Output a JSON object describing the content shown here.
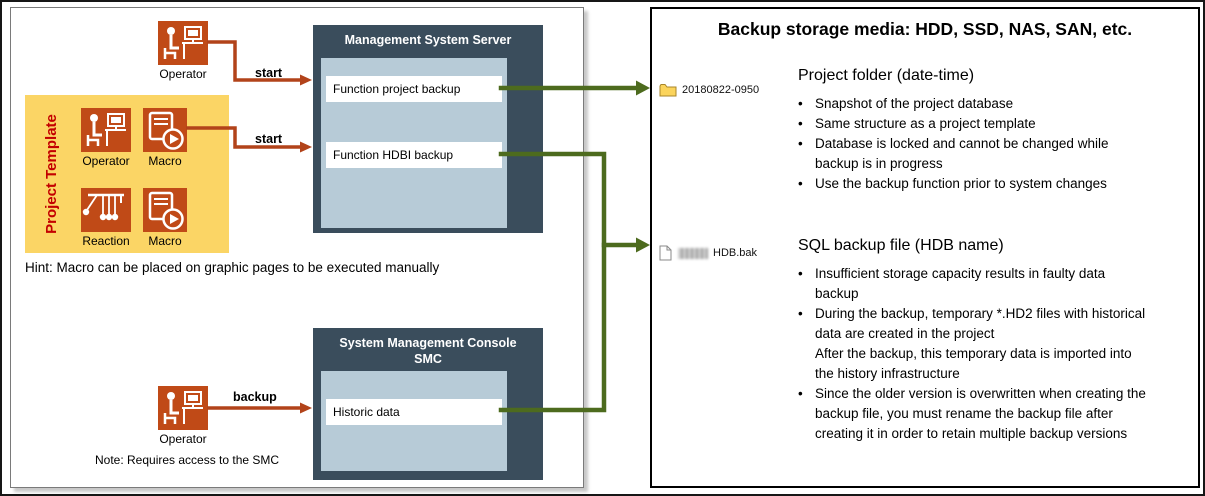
{
  "colors": {
    "accent_red": "#b2431a",
    "accent_green": "#4d6b1e",
    "dark_box": "#3a4d5c",
    "light_box": "#b7cbd7",
    "template_yellow": "#fbd565",
    "template_label_red": "#c30000",
    "icon_orange": "#c04a17",
    "folder_yellow": "#fbd45c"
  },
  "diagram": {
    "top_operator_label": "Operator",
    "template": {
      "label": "Project Template",
      "row1_item1": "Operator",
      "row1_item2": "Macro",
      "row2_item1": "Reaction",
      "row2_item2": "Macro"
    },
    "arrows": {
      "start1": "start",
      "start2": "start",
      "backup": "backup"
    },
    "server_box": {
      "title": "Management System Server",
      "func1": "Function project backup",
      "func2": "Function HDBI backup"
    },
    "smc_box": {
      "title1": "System Management Console",
      "title2": "SMC",
      "func1": "Historic data"
    },
    "hint": "Hint: Macro can be placed on graphic pages to be executed manually",
    "bottom_operator_label": "Operator",
    "note": "Note: Requires access to the SMC"
  },
  "storage": {
    "title": "Backup storage media: HDD, SSD, NAS, SAN, etc.",
    "folder": {
      "file_label": "20180822-0950",
      "heading": "Project folder (date-time)",
      "bullets": [
        {
          "marker": true,
          "text": "Snapshot of the project database"
        },
        {
          "marker": true,
          "text": "Same structure as a project template"
        },
        {
          "marker": true,
          "text": "Database is locked and cannot be changed while backup is in progress"
        },
        {
          "marker": true,
          "text": "Use the backup function prior to system changes"
        }
      ]
    },
    "sql": {
      "file_label": "HDB.bak",
      "heading": "SQL backup file (HDB name)",
      "bullets": [
        {
          "marker": true,
          "text": "Insufficient storage capacity results in faulty data backup"
        },
        {
          "marker": true,
          "text": "During the backup, temporary *.HD2 files with historical data are created in the project"
        },
        {
          "marker": false,
          "text": "After the backup, this temporary data is imported into the history infrastructure"
        },
        {
          "marker": true,
          "text": "Since the older version is overwritten when creating the backup file, you must rename the backup file after creating it in order to retain multiple backup versions"
        }
      ]
    }
  }
}
